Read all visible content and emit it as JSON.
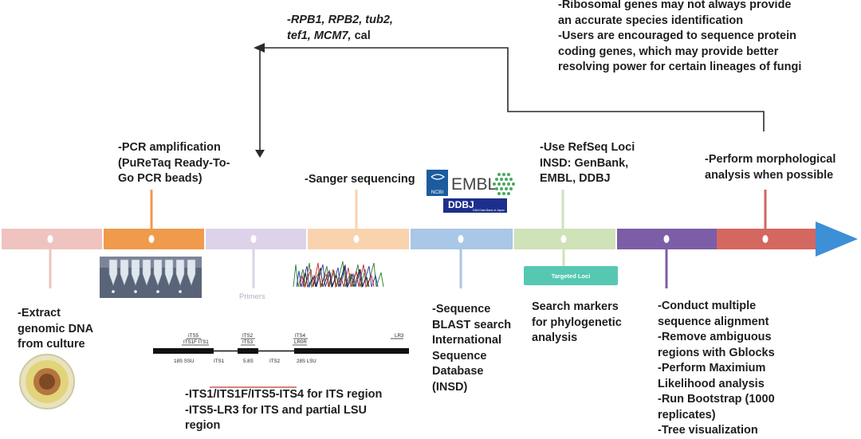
{
  "colors": {
    "seg1": "#efc4c0",
    "seg2": "#f09a4c",
    "seg3": "#dcd3ea",
    "seg4": "#f9d3ae",
    "seg5": "#a9c7e6",
    "seg6": "#cfe2b8",
    "seg7": "#7c5ea6",
    "seg8": "#d4675f",
    "arrow_head": "#3d8fd6",
    "primer_underline": "#d9827e",
    "targeted_loci_badge": "#56c8b2"
  },
  "top_left_genes": {
    "line1": "-RPB1, RPB2, tub2,",
    "line2_italic": "tef1, MCM7,",
    "line2_plain": " cal"
  },
  "top_right_note": {
    "lines": [
      "-Ribosomal genes may not always provide",
      "an accurate species identification",
      "-Users are encouraged to sequence protein",
      "coding genes, which may provide better",
      "resolving power for certain lineages of fungi"
    ]
  },
  "steps": {
    "pcr": [
      "-PCR amplification",
      "(PuReTaq Ready-To-",
      "Go PCR beads)"
    ],
    "sanger": [
      "-Sanger sequencing"
    ],
    "refseq": [
      "-Use RefSeq Loci",
      "INSD: GenBank,",
      "EMBL, DDBJ"
    ],
    "morph": [
      "-Perform morphological",
      "analysis when possible"
    ],
    "extract": [
      "-Extract",
      "genomic DNA",
      "from culture"
    ],
    "blast": [
      "-Sequence",
      "BLAST search",
      "International",
      "Sequence",
      "Database",
      "(INSD)"
    ],
    "markers": [
      "Search markers",
      "for phylogenetic",
      "analysis"
    ],
    "analysis": [
      "-Conduct multiple",
      "sequence alignment",
      "-Remove ambiguous",
      "regions with Gblocks",
      "-Perform Maximium",
      "Likelihood analysis",
      "-Run Bootstrap (1000",
      "replicates)",
      "-Tree visualization"
    ],
    "its": [
      "-ITS1/ITS1F/ITS5-ITS4 for ITS region",
      "-ITS5-LR3 for ITS and partial LSU",
      "region"
    ]
  },
  "primers_label": "Primers",
  "targeted_loci_label": "Targeted Loci",
  "logos": {
    "ncbi": "NCBI",
    "embl": "EMBL",
    "ddbj": "DDBJ",
    "ddbj_sub": "DNA Data Bank of Japan"
  },
  "its_map": {
    "primers_top": [
      "ITS5",
      "ITS1F ITS1",
      "ITS2",
      "ITS3",
      "ITS4",
      "LR0R",
      "LR3"
    ],
    "regions": [
      "18S SSU",
      "ITS1",
      "5.8S",
      "ITS2",
      "28S LSU"
    ]
  }
}
